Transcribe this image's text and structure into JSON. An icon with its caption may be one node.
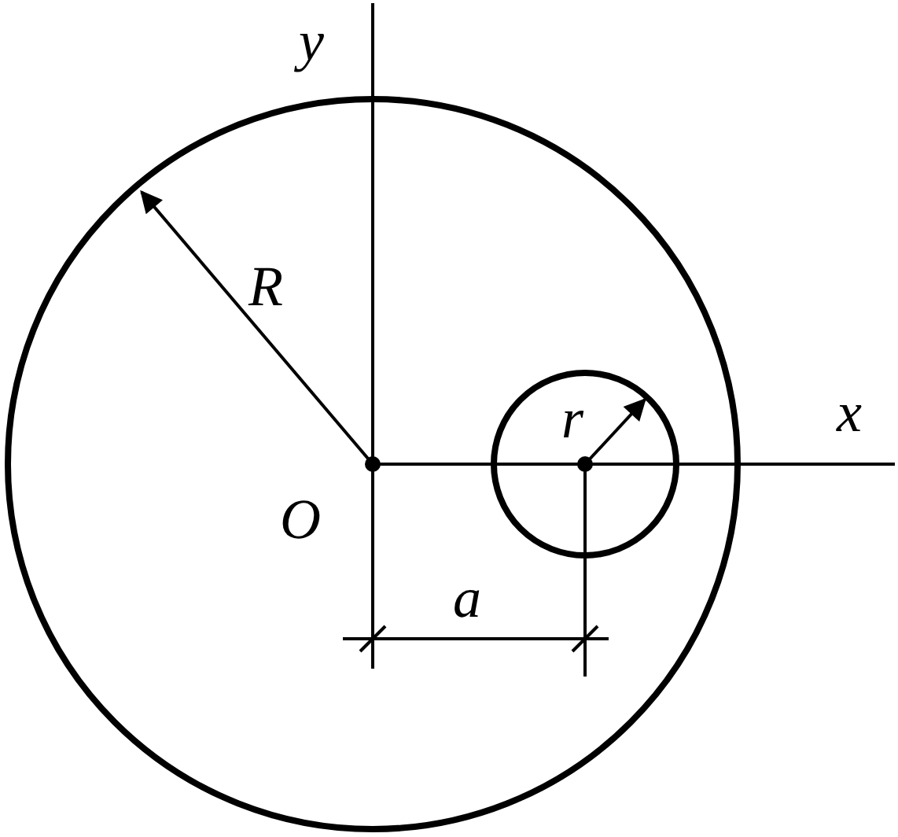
{
  "diagram": {
    "labels": [
      "y",
      "R",
      "r",
      "x",
      "O",
      "a"
    ]
  }
}
